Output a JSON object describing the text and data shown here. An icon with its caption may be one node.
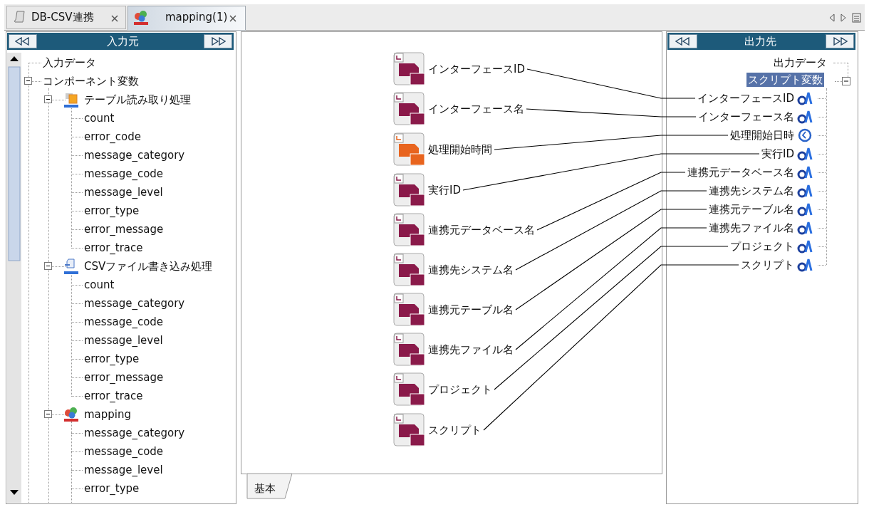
{
  "diagram": {
    "nodes": [
      {
        "text": [
          "インターフェースID"
        ]
      },
      {
        "text": [
          "インターフェース名"
        ]
      },
      {
        "text": [
          "処理開始時間"
        ]
      },
      {
        "text": [
          "実行ID"
        ]
      },
      {
        "text": [
          "連携元データベース名"
        ]
      },
      {
        "text": [
          "連携先システム名"
        ]
      },
      {
        "text": [
          "連携元テーブル名"
        ]
      },
      {
        "text": [
          "連携先ファイル名"
        ]
      },
      {
        "text": [
          "プロジェクト"
        ]
      },
      {
        "text": [
          "スクリプト"
        ]
      },
      {
        "text": [
          "インターフェースID"
        ]
      },
      {
        "text": [
          "インターフェース名"
        ]
      },
      {
        "text": [
          "処理開始日時"
        ]
      },
      {
        "text": [
          "実行ID"
        ]
      },
      {
        "text": [
          "連携元データベース名"
        ]
      },
      {
        "text": [
          "連携先システム名"
        ]
      },
      {
        "text": [
          "連携元テーブル名"
        ]
      },
      {
        "text": [
          "連携先ファイル名"
        ]
      },
      {
        "text": [
          "プロジェクト"
        ]
      },
      {
        "text": [
          "スクリプト"
        ]
      }
    ],
    "edges": [
      {
        "from": 0,
        "to": 10,
        "arrow": "none"
      },
      {
        "from": 1,
        "to": 11,
        "arrow": "none"
      },
      {
        "from": 2,
        "to": 12,
        "arrow": "none"
      },
      {
        "from": 3,
        "to": 13,
        "arrow": "none"
      },
      {
        "from": 4,
        "to": 14,
        "arrow": "none"
      },
      {
        "from": 5,
        "to": 15,
        "arrow": "none"
      },
      {
        "from": 6,
        "to": 16,
        "arrow": "none"
      },
      {
        "from": 7,
        "to": 17,
        "arrow": "none"
      },
      {
        "from": 8,
        "to": 18,
        "arrow": "none"
      },
      {
        "from": 9,
        "to": 19,
        "arrow": "none"
      }
    ],
    "labels": [
      "DB-CSV連携",
      "mapping(1)",
      "入力元",
      "入力データ",
      "コンポーネント変数",
      "テーブル読み取り処理",
      "count",
      "error_code",
      "message_category",
      "message_code",
      "message_level",
      "error_type",
      "error_message",
      "error_trace",
      "CSVファイル書き込み処理",
      "count",
      "message_category",
      "message_code",
      "message_level",
      "error_type",
      "error_message",
      "error_trace",
      "mapping",
      "message_category",
      "message_code",
      "message_level",
      "error_type",
      "出力先",
      "出力データ",
      "スクリプト変数",
      "基本"
    ]
  }
}
